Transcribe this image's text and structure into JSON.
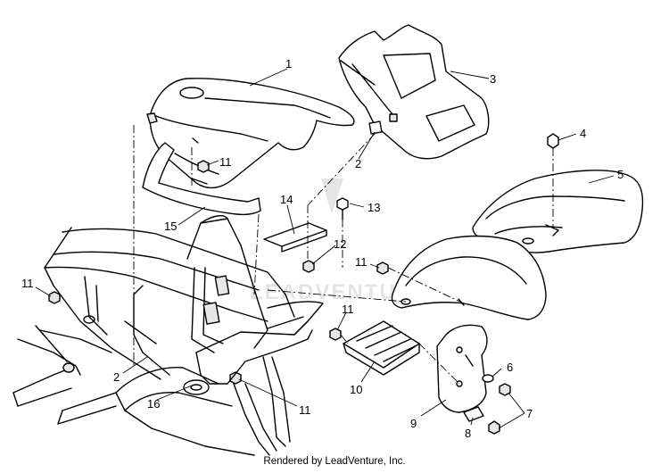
{
  "callouts": {
    "c1": "1",
    "c2a": "2",
    "c2b": "2",
    "c3": "3",
    "c4": "4",
    "c5": "5",
    "c6": "6",
    "c7": "7",
    "c8": "8",
    "c9": "9",
    "c10": "10",
    "c11a": "11",
    "c11b": "11",
    "c11c": "11",
    "c11d": "11",
    "c11e": "11",
    "c12": "12",
    "c13": "13",
    "c14": "14",
    "c15": "15",
    "c16": "16"
  },
  "watermark": "LEADVENTURE",
  "footer": "Rendered by LeadVenture, Inc."
}
